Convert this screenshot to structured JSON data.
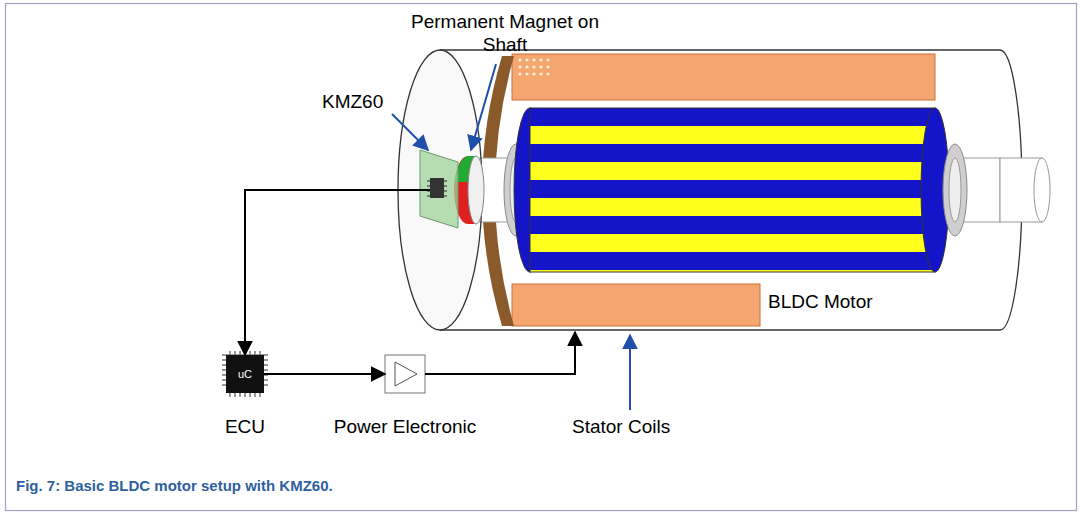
{
  "diagram": {
    "caption": "Fig. 7: Basic BLDC motor setup with KMZ60.",
    "nodes": [
      {
        "text": [
          "BLDC Motor"
        ]
      },
      {
        "text": [
          "uC",
          "ECU"
        ]
      },
      {
        "text": [
          "Power Electronic"
        ]
      }
    ],
    "edges": [
      {
        "from": 0,
        "to": 1,
        "arrow": "to"
      },
      {
        "from": 1,
        "to": 2,
        "arrow": "to"
      },
      {
        "from": 2,
        "to": 0,
        "arrow": "to"
      }
    ],
    "labels": [
      "KMZ60",
      "Permanent Magnet on Shaft",
      "Stator Coils"
    ]
  }
}
